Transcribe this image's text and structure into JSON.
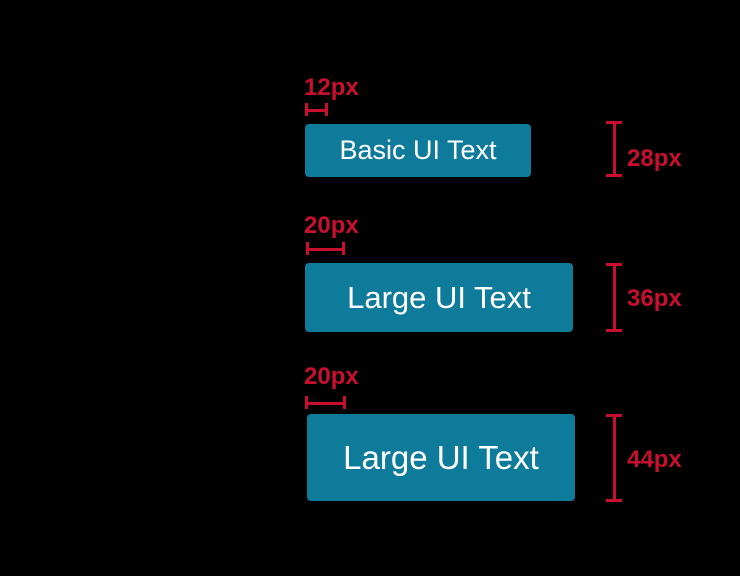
{
  "diagram": {
    "description": "Button sizing specification diagram with three button sizes",
    "colors": {
      "background": "#000000",
      "button_fill": "#0F7B9B",
      "button_text": "#FFFFFF",
      "annotation_red": "#C8102E"
    },
    "rows": [
      {
        "button_label": "Basic UI Text",
        "padding_label": "12px",
        "height_label": "28px"
      },
      {
        "button_label": "Large UI Text",
        "padding_label": "20px",
        "height_label": "36px"
      },
      {
        "button_label": "Large UI Text",
        "padding_label": "20px",
        "height_label": "44px"
      }
    ]
  }
}
